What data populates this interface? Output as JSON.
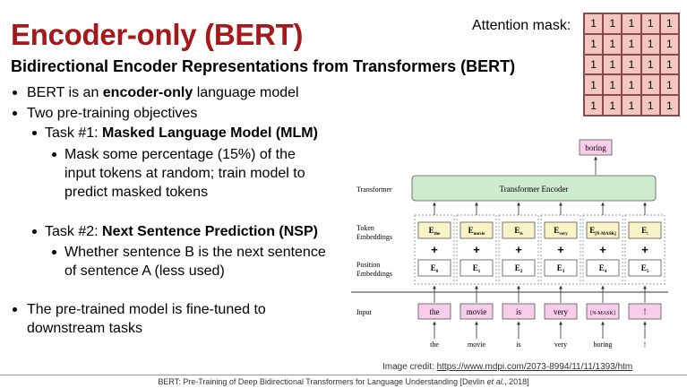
{
  "slide": {
    "title": "Encoder-only (BERT)",
    "subtitle": "Bidirectional Encoder Representations from Transformers (BERT)",
    "attention_mask": {
      "label": "Attention mask:",
      "rows": [
        [
          "1",
          "1",
          "1",
          "1",
          "1"
        ],
        [
          "1",
          "1",
          "1",
          "1",
          "1"
        ],
        [
          "1",
          "1",
          "1",
          "1",
          "1"
        ],
        [
          "1",
          "1",
          "1",
          "1",
          "1"
        ],
        [
          "1",
          "1",
          "1",
          "1",
          "1"
        ]
      ]
    },
    "bullets": {
      "b1_pre": "BERT is an ",
      "b1_bold": "encoder-only",
      "b1_post": " language model",
      "b2": "Two pre-training objectives",
      "task1_pre": "Task #1: ",
      "task1_bold": "Masked Language Model (MLM)",
      "task1_sub_line1": "Mask some percentage (15%) of the",
      "task1_sub_line2": "input tokens at random; train model to",
      "task1_sub_line3": "predict masked tokens",
      "task2_pre": "Task #2: ",
      "task2_bold": "Next Sentence Prediction (NSP)",
      "task2_sub_line1": "Whether sentence B is the next sentence",
      "task2_sub_line2": "of sentence A (less used)",
      "b3_line1": "The pre-trained model is fine-tuned to",
      "b3_line2": "downstream tasks"
    },
    "diagram": {
      "row_transformer": "Transformer",
      "row_token_1": "Token",
      "row_token_2": "Embeddings",
      "row_position_1": "Position",
      "row_position_2": "Embeddings",
      "row_input": "Input",
      "encoder_label": "Transformer Encoder",
      "output_token": "boring",
      "plus": "+",
      "tokens": [
        "the",
        "movie",
        "is",
        "very",
        "[N-MASK]",
        "!"
      ],
      "token_emb_main": [
        "E",
        "E",
        "E",
        "E",
        "E",
        "E"
      ],
      "token_emb_sub": [
        "the",
        "movie",
        "is",
        "very",
        "[N-MASK]",
        "!"
      ],
      "position_emb_sub": [
        "0",
        "1",
        "2",
        "3",
        "4",
        "5"
      ],
      "originals": [
        "the",
        "movie",
        "is",
        "very",
        "boring",
        "!"
      ]
    },
    "credit_pre": "Image credit: ",
    "credit_link": "https://www.mdpi.com/2073-8994/11/11/1393/htm",
    "footer_pre": "BERT: Pre-Training of Deep Bidirectional Transformers for Language Understanding [Devlin ",
    "footer_italic": "et al.",
    "footer_post": ", 2018]"
  },
  "colors": {
    "title": "#a6191a",
    "encoder_fill": "#cdeccd",
    "embedding_fill": "#fbf3c8",
    "input_fill": "#f8cdea",
    "mask_fill": "#f3c6c1"
  }
}
